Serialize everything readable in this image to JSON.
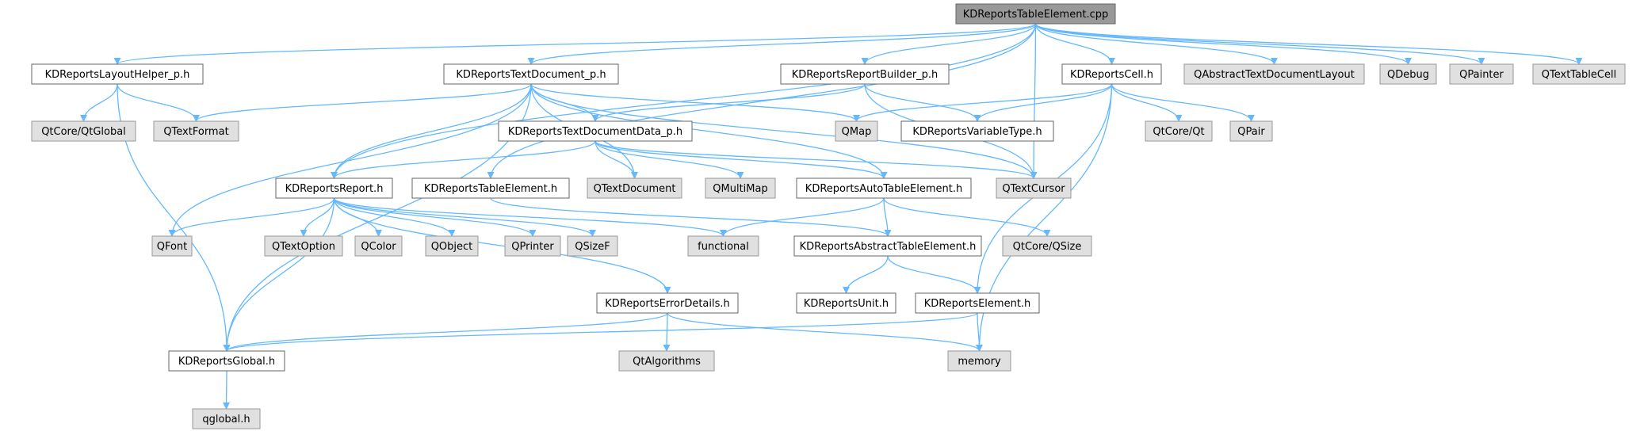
{
  "diagram": {
    "title": "KDReportsTableElement.cpp",
    "colors": {
      "root_fill": "#999999",
      "root_stroke": "#666666",
      "file_fill": "#ffffff",
      "file_stroke": "#666666",
      "external_fill": "#e0e0e0",
      "external_stroke": "#999999",
      "edge": "#63b8ff",
      "text": "#000000"
    },
    "nodes": [
      {
        "id": "root",
        "label": "KDReportsTableElement.cpp",
        "kind": "root"
      },
      {
        "id": "layouthelper",
        "label": "KDReportsLayoutHelper_p.h",
        "kind": "file"
      },
      {
        "id": "textdocument",
        "label": "KDReportsTextDocument_p.h",
        "kind": "file"
      },
      {
        "id": "reportbuilder",
        "label": "KDReportsReportBuilder_p.h",
        "kind": "file"
      },
      {
        "id": "cell",
        "label": "KDReportsCell.h",
        "kind": "file"
      },
      {
        "id": "qabstracttextdocumentlayout",
        "label": "QAbstractTextDocumentLayout",
        "kind": "external"
      },
      {
        "id": "qdebug",
        "label": "QDebug",
        "kind": "external"
      },
      {
        "id": "qpainter",
        "label": "QPainter",
        "kind": "external"
      },
      {
        "id": "qtexttablecell",
        "label": "QTextTableCell",
        "kind": "external"
      },
      {
        "id": "qtcoreqtglobal",
        "label": "QtCore/QtGlobal",
        "kind": "external"
      },
      {
        "id": "qtextformat",
        "label": "QTextFormat",
        "kind": "external"
      },
      {
        "id": "textdocumentdata",
        "label": "KDReportsTextDocumentData_p.h",
        "kind": "file"
      },
      {
        "id": "qmap",
        "label": "QMap",
        "kind": "external"
      },
      {
        "id": "variabletype",
        "label": "KDReportsVariableType.h",
        "kind": "file"
      },
      {
        "id": "qtcoreqt",
        "label": "QtCore/Qt",
        "kind": "external"
      },
      {
        "id": "qpair",
        "label": "QPair",
        "kind": "external"
      },
      {
        "id": "report",
        "label": "KDReportsReport.h",
        "kind": "file"
      },
      {
        "id": "tableelement",
        "label": "KDReportsTableElement.h",
        "kind": "file"
      },
      {
        "id": "qtextdocument",
        "label": "QTextDocument",
        "kind": "external"
      },
      {
        "id": "qmultimap",
        "label": "QMultiMap",
        "kind": "external"
      },
      {
        "id": "autotableelement",
        "label": "KDReportsAutoTableElement.h",
        "kind": "file"
      },
      {
        "id": "qtextcursor",
        "label": "QTextCursor",
        "kind": "external"
      },
      {
        "id": "qfont",
        "label": "QFont",
        "kind": "external"
      },
      {
        "id": "qtextoption",
        "label": "QTextOption",
        "kind": "external"
      },
      {
        "id": "qcolor",
        "label": "QColor",
        "kind": "external"
      },
      {
        "id": "qobject",
        "label": "QObject",
        "kind": "external"
      },
      {
        "id": "qprinter",
        "label": "QPrinter",
        "kind": "external"
      },
      {
        "id": "qsizef",
        "label": "QSizeF",
        "kind": "external"
      },
      {
        "id": "functional",
        "label": "functional",
        "kind": "external"
      },
      {
        "id": "abstracttableelement",
        "label": "KDReportsAbstractTableElement.h",
        "kind": "file"
      },
      {
        "id": "qtcoreqsize",
        "label": "QtCore/QSize",
        "kind": "external"
      },
      {
        "id": "errordetails",
        "label": "KDReportsErrorDetails.h",
        "kind": "file"
      },
      {
        "id": "unit",
        "label": "KDReportsUnit.h",
        "kind": "file"
      },
      {
        "id": "element",
        "label": "KDReportsElement.h",
        "kind": "file"
      },
      {
        "id": "global",
        "label": "KDReportsGlobal.h",
        "kind": "file"
      },
      {
        "id": "qtalgorithms",
        "label": "QtAlgorithms",
        "kind": "external"
      },
      {
        "id": "memory",
        "label": "memory",
        "kind": "external"
      },
      {
        "id": "qglobal",
        "label": "qglobal.h",
        "kind": "external"
      }
    ],
    "edges": [
      {
        "from": "root",
        "to": "layouthelper"
      },
      {
        "from": "root",
        "to": "textdocument"
      },
      {
        "from": "root",
        "to": "reportbuilder"
      },
      {
        "from": "root",
        "to": "cell"
      },
      {
        "from": "root",
        "to": "qabstracttextdocumentlayout"
      },
      {
        "from": "root",
        "to": "qdebug"
      },
      {
        "from": "root",
        "to": "qpainter"
      },
      {
        "from": "root",
        "to": "qtexttablecell"
      },
      {
        "from": "root",
        "to": "report"
      },
      {
        "from": "root",
        "to": "tableelement"
      },
      {
        "from": "root",
        "to": "qtextcursor"
      },
      {
        "from": "layouthelper",
        "to": "qtcoreqtglobal"
      },
      {
        "from": "layouthelper",
        "to": "qtextformat"
      },
      {
        "from": "layouthelper",
        "to": "global"
      },
      {
        "from": "textdocument",
        "to": "qtextformat"
      },
      {
        "from": "textdocument",
        "to": "textdocumentdata"
      },
      {
        "from": "textdocument",
        "to": "qmap"
      },
      {
        "from": "textdocument",
        "to": "report"
      },
      {
        "from": "textdocument",
        "to": "qtextdocument"
      },
      {
        "from": "textdocument",
        "to": "autotableelement"
      },
      {
        "from": "textdocument",
        "to": "qtextcursor"
      },
      {
        "from": "textdocument",
        "to": "qfont"
      },
      {
        "from": "textdocument",
        "to": "global"
      },
      {
        "from": "reportbuilder",
        "to": "textdocumentdata"
      },
      {
        "from": "reportbuilder",
        "to": "variabletype"
      },
      {
        "from": "reportbuilder",
        "to": "qtextcursor"
      },
      {
        "from": "cell",
        "to": "qmap"
      },
      {
        "from": "cell",
        "to": "variabletype"
      },
      {
        "from": "cell",
        "to": "qtcoreqt"
      },
      {
        "from": "cell",
        "to": "qpair"
      },
      {
        "from": "cell",
        "to": "element"
      },
      {
        "from": "cell",
        "to": "memory"
      },
      {
        "from": "textdocumentdata",
        "to": "report"
      },
      {
        "from": "textdocumentdata",
        "to": "qtextdocument"
      },
      {
        "from": "textdocumentdata",
        "to": "qmultimap"
      },
      {
        "from": "textdocumentdata",
        "to": "autotableelement"
      },
      {
        "from": "textdocumentdata",
        "to": "qtextcursor"
      },
      {
        "from": "report",
        "to": "qfont"
      },
      {
        "from": "report",
        "to": "qtextoption"
      },
      {
        "from": "report",
        "to": "qcolor"
      },
      {
        "from": "report",
        "to": "qobject"
      },
      {
        "from": "report",
        "to": "qprinter"
      },
      {
        "from": "report",
        "to": "qsizef"
      },
      {
        "from": "report",
        "to": "functional"
      },
      {
        "from": "report",
        "to": "errordetails"
      },
      {
        "from": "report",
        "to": "global"
      },
      {
        "from": "tableelement",
        "to": "abstracttableelement"
      },
      {
        "from": "autotableelement",
        "to": "functional"
      },
      {
        "from": "autotableelement",
        "to": "abstracttableelement"
      },
      {
        "from": "autotableelement",
        "to": "qtcoreqsize"
      },
      {
        "from": "abstracttableelement",
        "to": "unit"
      },
      {
        "from": "abstracttableelement",
        "to": "element"
      },
      {
        "from": "errordetails",
        "to": "global"
      },
      {
        "from": "errordetails",
        "to": "qtalgorithms"
      },
      {
        "from": "errordetails",
        "to": "memory"
      },
      {
        "from": "element",
        "to": "global"
      },
      {
        "from": "element",
        "to": "memory"
      },
      {
        "from": "global",
        "to": "qglobal"
      }
    ]
  }
}
